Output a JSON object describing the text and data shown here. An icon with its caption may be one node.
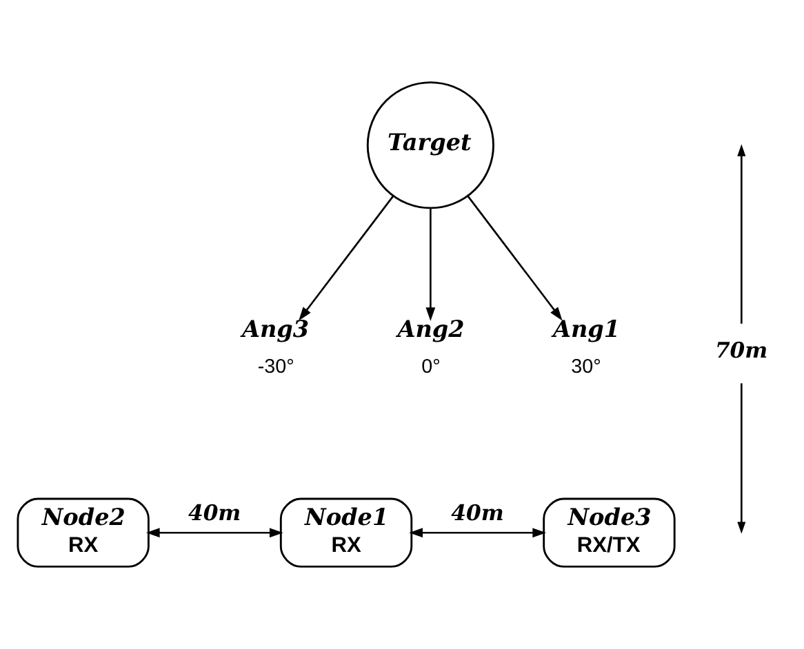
{
  "diagram": {
    "nodes": [
      {
        "text": [
          "Target"
        ]
      },
      {
        "text": [
          "Ang3"
        ],
        "beside": [
          "-30°"
        ]
      },
      {
        "text": [
          "Ang2"
        ],
        "beside": [
          "0°"
        ]
      },
      {
        "text": [
          "Ang1"
        ],
        "beside": [
          "30°"
        ]
      },
      {
        "text": [
          "Node2",
          "RX"
        ]
      },
      {
        "text": [
          "Node1",
          "RX"
        ]
      },
      {
        "text": [
          "Node3",
          "RX/TX"
        ]
      }
    ],
    "edges": [
      {
        "from": 0,
        "to": 1,
        "arrow": "to"
      },
      {
        "from": 0,
        "to": 2,
        "arrow": "to"
      },
      {
        "from": 0,
        "to": 3,
        "arrow": "to"
      },
      {
        "from": 4,
        "to": 5,
        "arrow": "both",
        "label": "40m"
      },
      {
        "from": 5,
        "to": 6,
        "arrow": "both",
        "label": "40m"
      }
    ],
    "labels": [
      "70m"
    ]
  }
}
